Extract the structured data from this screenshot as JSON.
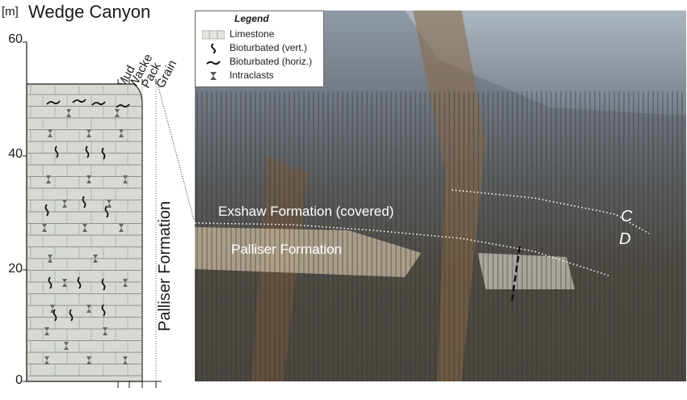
{
  "title": "Wedge Canyon",
  "unit": "[m]",
  "y_axis": {
    "ticks": [
      0,
      20,
      40,
      60
    ],
    "range": [
      0,
      60
    ]
  },
  "grain_scale": [
    "Mud",
    "Wacke",
    "Pack",
    "Grain"
  ],
  "column_top_m": 52,
  "formation_vertical": "Palliser Formation",
  "legend": {
    "title": "Legend",
    "items": [
      {
        "label": "Limestone",
        "icon": "limestone-pattern-icon"
      },
      {
        "label": "Bioturbated (vert.)",
        "icon": "bioturbation-vertical-icon"
      },
      {
        "label": "Bioturbated (horiz.)",
        "icon": "bioturbation-horizontal-icon"
      },
      {
        "label": "Intraclasts",
        "icon": "intraclast-icon"
      }
    ]
  },
  "photo": {
    "label_exshaw": "Exshaw Formation (covered)",
    "label_palliser": "Palliser Formation",
    "label_c": "C",
    "label_d": "D"
  },
  "colors": {
    "limestone": "#d4d8d0",
    "line": "#1a1a1a",
    "text_on_photo": "#ffffff"
  }
}
